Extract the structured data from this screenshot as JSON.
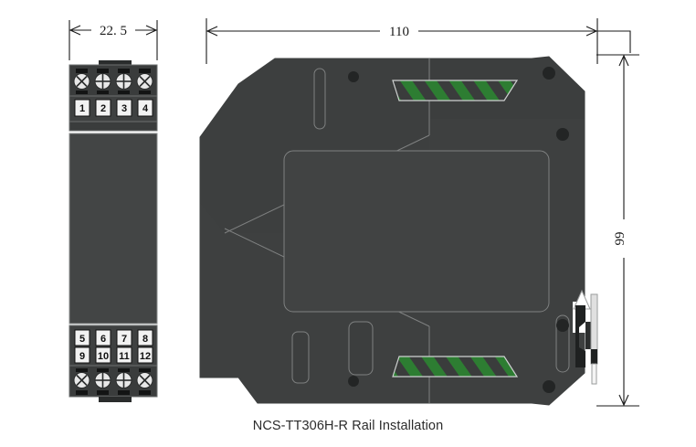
{
  "drawing": {
    "caption": "NCS-TT306H-R Rail Installation",
    "dimensions": {
      "width_side": "22. 5",
      "width_front": "110",
      "height_front": "99"
    },
    "colors": {
      "body_dark": "#3b3d3d",
      "body_mid": "#434545",
      "body_edge": "#2d2f2f",
      "terminal_block": "#3a3c3c",
      "screw_face": "#e8e8e8",
      "label_bg": "#f2f2f2",
      "hatch_green": "#2d7d32",
      "hatch_dark": "#3a3c3c",
      "outline": "#6e7070",
      "dim_line": "#1a1a1a",
      "background": "#ffffff"
    },
    "side_view": {
      "name": "side-view-terminal-module",
      "top_terminals": [
        "1",
        "2",
        "3",
        "4"
      ],
      "bottom_terminals_upper": [
        "5",
        "6",
        "7",
        "8"
      ],
      "bottom_terminals_lower": [
        "9",
        "10",
        "11",
        "12"
      ],
      "screw_count_top": 4,
      "screw_count_bottom": 4
    },
    "front_view": {
      "name": "front-view-rail-module",
      "hatch_panels": 2,
      "mounting_holes": 6,
      "din_rail_clip": "right-side-clip"
    }
  }
}
